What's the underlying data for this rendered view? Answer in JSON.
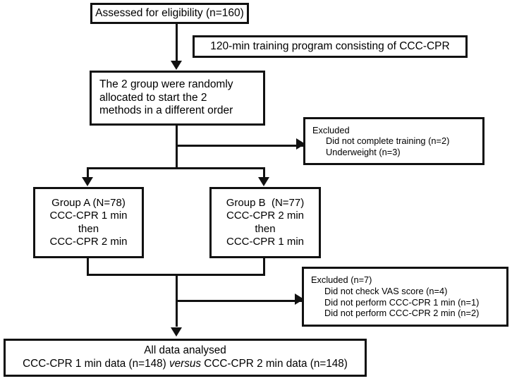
{
  "diagram": {
    "title": "CONSORT-style participant flow diagram",
    "boxes": {
      "assessed": {
        "lines": [
          "Assessed for eligibility (n=160)"
        ]
      },
      "training": {
        "lines": [
          "120-min training program consisting of CCC-CPR"
        ]
      },
      "randomised": {
        "lines": [
          "The 2 group were randomly",
          "allocated to start the 2",
          "methods in a different order"
        ]
      },
      "excluded_1": {
        "heading": "Excluded",
        "items": [
          "Did not complete training (n=2)",
          "Underweight (n=3)"
        ]
      },
      "group_a": {
        "lines": [
          "Group A (N=78)",
          "CCC-CPR 1 min",
          "then",
          "CCC-CPR 2 min"
        ]
      },
      "group_b": {
        "lines": [
          "Group B  (N=77)",
          "CCC-CPR 2 min",
          "then",
          "CCC-CPR 1 min"
        ]
      },
      "excluded_2": {
        "heading": "Excluded (n=7)",
        "items": [
          "Did not check VAS score (n=4)",
          "Did not perform CCC-CPR 1 min (n=1)",
          "Did not perform CCC-CPR 2 min (n=2)"
        ]
      },
      "final": {
        "line1": "All data analysed",
        "line2_part1": "CCC-CPR 1 min data (n=148) ",
        "line2_emphasis": "versus",
        "line2_part2": " CCC-CPR 2 min data (n=148)"
      }
    },
    "colors": {
      "stroke": "#111111",
      "background": "#ffffff",
      "text": "#000000"
    }
  }
}
